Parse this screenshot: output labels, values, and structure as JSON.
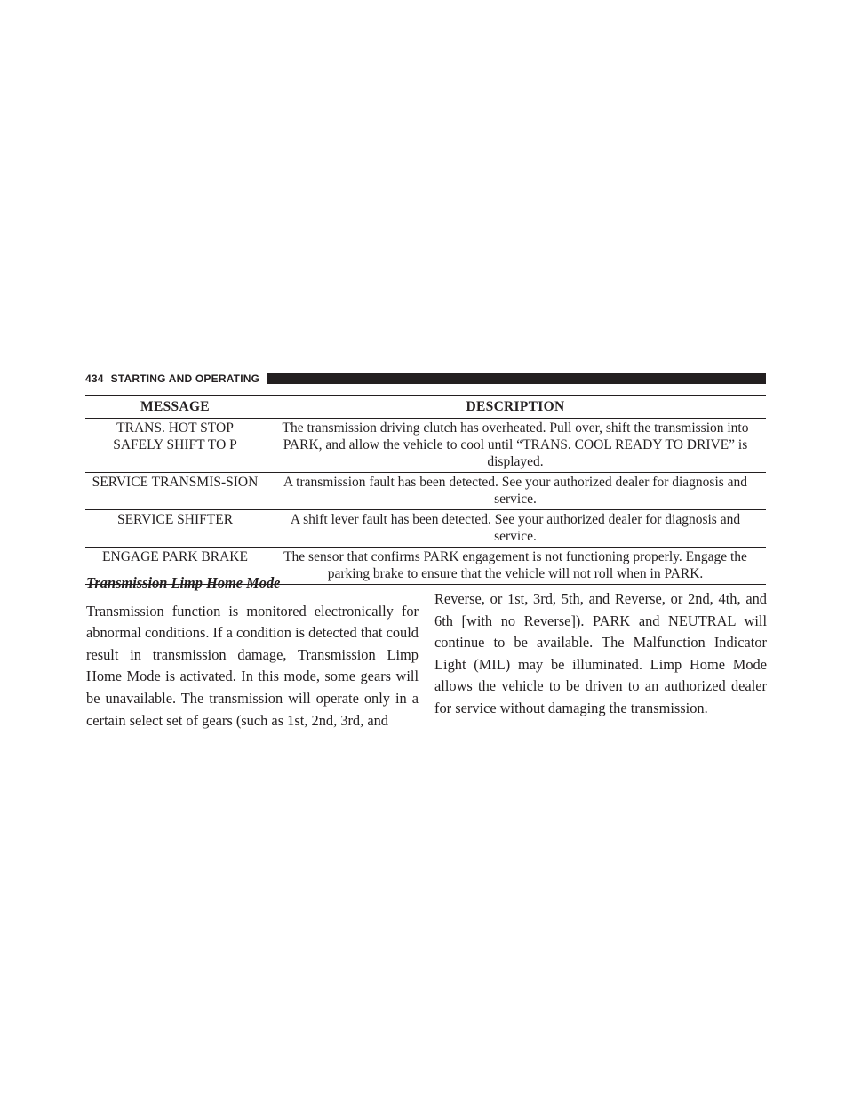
{
  "header": {
    "page_number": "434",
    "section_title": "STARTING AND OPERATING"
  },
  "table": {
    "columns": [
      "MESSAGE",
      "DESCRIPTION"
    ],
    "rows": [
      {
        "message": "TRANS. HOT STOP SAFELY SHIFT TO P",
        "description": "The transmission driving clutch has overheated. Pull over, shift the transmission into PARK, and allow the vehicle to cool until “TRANS. COOL READY TO DRIVE” is displayed."
      },
      {
        "message": "SERVICE TRANSMIS-SION",
        "description": "A transmission fault has been detected. See your authorized dealer for diagnosis and service."
      },
      {
        "message": "SERVICE SHIFTER",
        "description": "A shift lever fault has been detected. See your authorized dealer for diagnosis and service."
      },
      {
        "message": "ENGAGE PARK BRAKE",
        "description": "The sensor that confirms PARK engagement is not functioning properly. Engage the parking brake to ensure that the vehicle will not roll when in PARK."
      }
    ]
  },
  "body": {
    "heading": "Transmission Limp Home Mode",
    "left_paragraph": "Transmission function is monitored electronically for abnormal conditions. If a condition is detected that could result in transmission damage, Transmission Limp Home Mode is activated. In this mode, some gears will be unavailable. The transmission will operate only in a certain select set of gears (such as 1st, 2nd, 3rd, and",
    "right_paragraph": "Reverse, or 1st, 3rd, 5th, and Reverse, or 2nd, 4th, and 6th [with no Reverse]). PARK and NEUTRAL will continue to be available. The Malfunction Indicator Light (MIL) may be illuminated. Limp Home Mode allows the vehicle to be driven to an authorized dealer for service without damaging the transmission."
  }
}
